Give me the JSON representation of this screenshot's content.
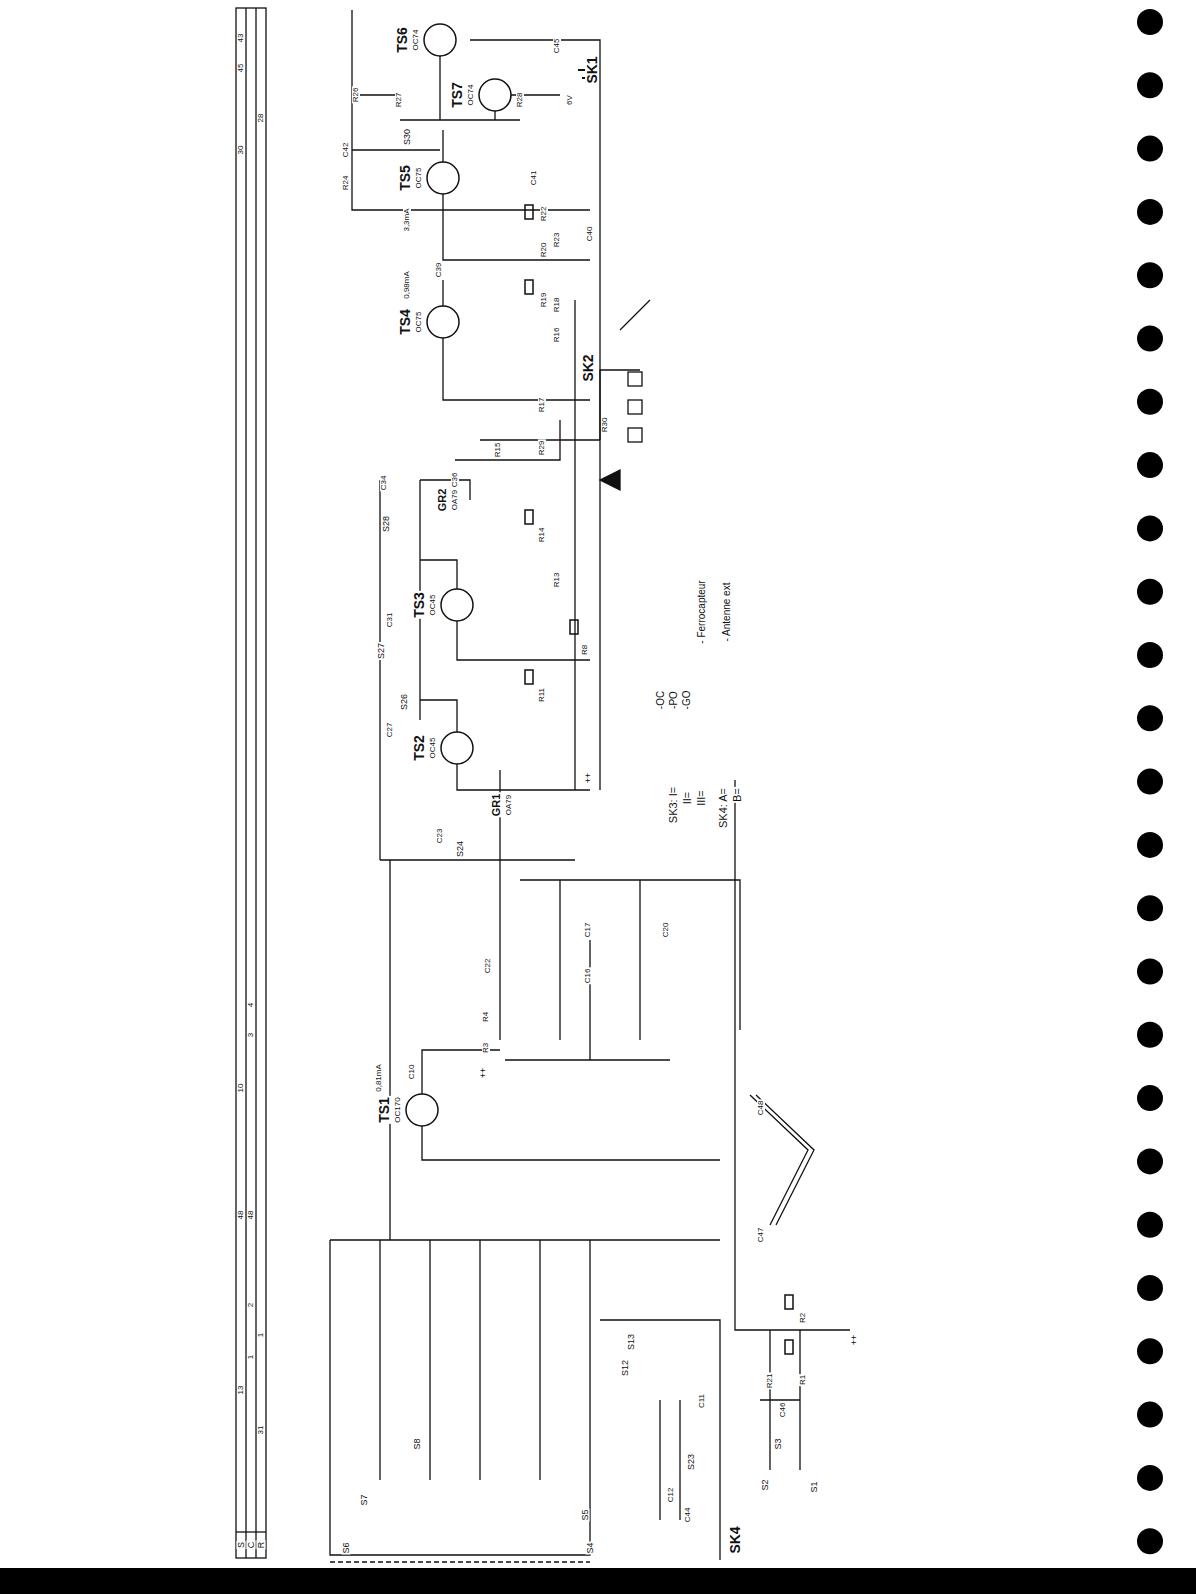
{
  "diagram": {
    "labels": [
      "TS1",
      "OC170",
      "TS2",
      "OC45",
      "TS3",
      "OC45",
      "TS4",
      "OC75",
      "TS5",
      "OC75",
      "TS6",
      "OC74",
      "TS7",
      "OC74",
      "GR1",
      "OA79",
      "GR2",
      "OA79",
      "SK1",
      "6V",
      "SK2",
      "SK3: I=",
      "II=",
      "III=",
      "SK4: A=",
      "B=",
      "-OC",
      "-PO",
      "-GO",
      "- Ferrocapteur",
      "- Antenne ext",
      "SK4",
      "S",
      "C",
      "R",
      "13",
      "48",
      "10",
      "48",
      "1",
      "2",
      "3",
      "4",
      "31",
      "1",
      "45",
      "43",
      "28",
      "30",
      "R1",
      "R2",
      "R21",
      "R3",
      "R4",
      "R8",
      "R15",
      "R17",
      "R29",
      "R30",
      "R26",
      "R27",
      "R28",
      "R24",
      "R22",
      "R23",
      "R20",
      "R19",
      "R18",
      "R16",
      "R14",
      "R13",
      "R11",
      "C44",
      "C46",
      "C45",
      "C41",
      "C42",
      "C40",
      "C39",
      "C36",
      "C34",
      "C31",
      "C27",
      "C23",
      "C48",
      "C47",
      "C12",
      "C11",
      "C10",
      "C22",
      "C17",
      "C16",
      "C20",
      "S1",
      "S2",
      "S3",
      "S4",
      "S5",
      "S6",
      "S7",
      "S8",
      "S12",
      "S13",
      "S23",
      "S24",
      "S26",
      "S27",
      "S28",
      "S30",
      "0,81mA",
      "0,98mA",
      "3,3mA",
      "++",
      "++",
      "++"
    ]
  }
}
